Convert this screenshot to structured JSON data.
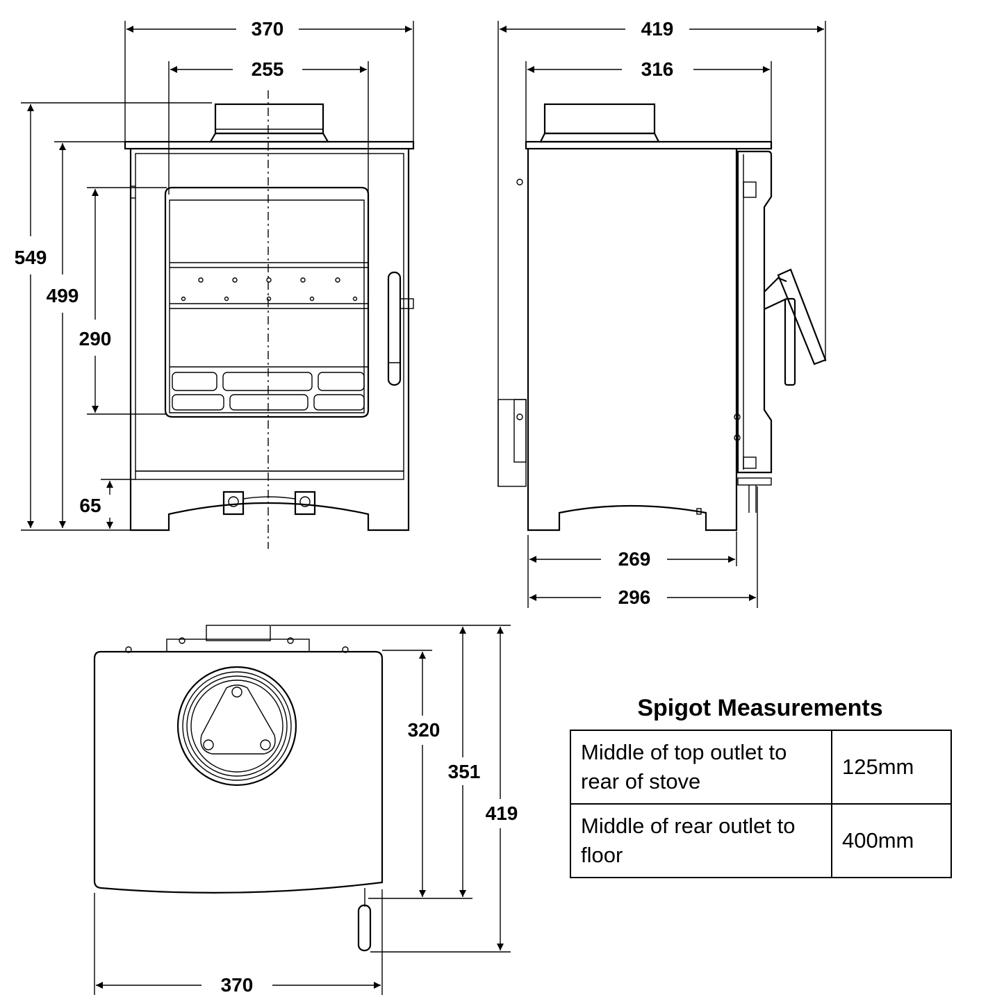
{
  "front_view": {
    "dim_width_overall": "370",
    "dim_width_inner": "255",
    "dim_height_total": "549",
    "dim_height_body": "499",
    "dim_height_window": "290",
    "dim_height_legs": "65"
  },
  "side_view": {
    "dim_depth_overall": "419",
    "dim_depth_top": "316",
    "dim_depth_base": "269",
    "dim_depth_body": "296"
  },
  "top_view": {
    "dim_width": "370",
    "dim_depth_outlet": "320",
    "dim_depth_body": "351",
    "dim_depth_overall": "419"
  },
  "spigot": {
    "title": "Spigot Measurements",
    "rows": [
      {
        "description": "Middle of top outlet to rear of stove",
        "value": "125mm"
      },
      {
        "description": "Middle of rear outlet to floor",
        "value": "400mm"
      }
    ]
  }
}
